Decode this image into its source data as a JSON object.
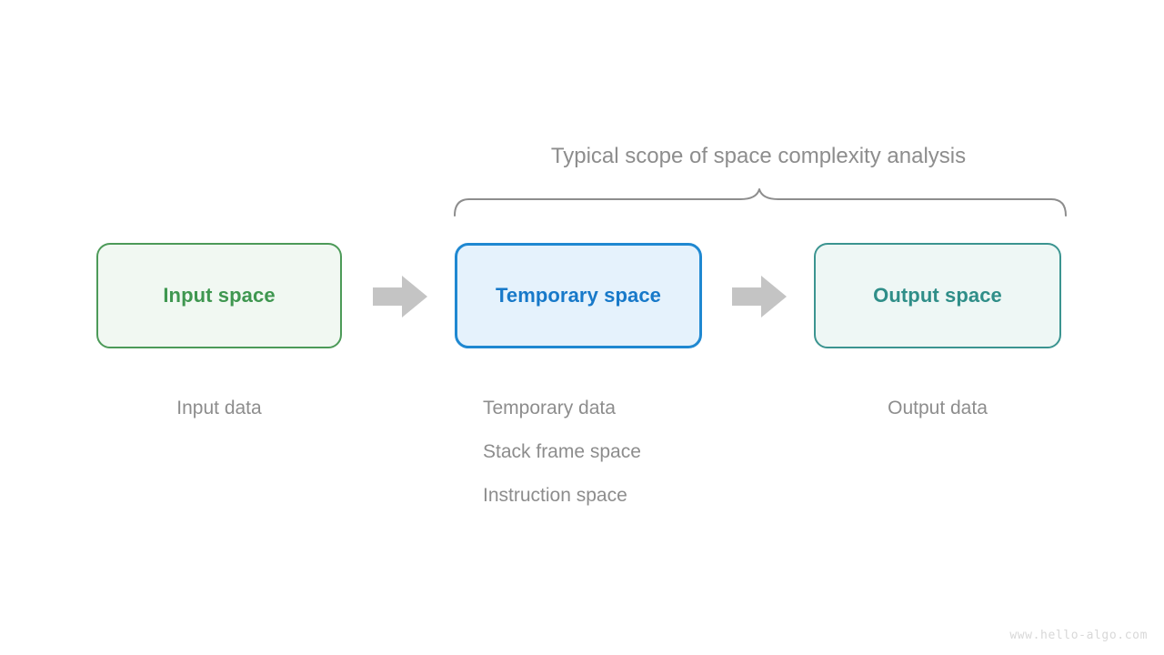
{
  "diagram": {
    "title": "Typical scope of space complexity analysis",
    "watermark": "www.hello-algo.com",
    "colors": {
      "input_border": "#4c9a58",
      "input_fill": "#f1f8f2",
      "input_text": "#3f9750",
      "temp_border": "#1f88d1",
      "temp_fill": "#e5f2fc",
      "temp_text": "#1779c9",
      "output_border": "#3b9490",
      "output_fill": "#eef7f5",
      "output_text": "#2f8e88",
      "arrow": "#c4c4c4",
      "brace": "#8d8d8d",
      "caption_text": "#8d8d8d",
      "watermark_text": "#d8d8d8"
    },
    "boxes": [
      {
        "id": "input",
        "label": "Input space"
      },
      {
        "id": "temp",
        "label": "Temporary space"
      },
      {
        "id": "output",
        "label": "Output space"
      }
    ],
    "arrows": [
      {
        "id": "arrow-input-to-temp",
        "icon": "right-arrow-icon"
      },
      {
        "id": "arrow-temp-to-output",
        "icon": "right-arrow-icon"
      }
    ],
    "captions": {
      "input": {
        "lines": [
          "Input data"
        ]
      },
      "temp": {
        "lines": [
          "Temporary data",
          "Stack frame space",
          "Instruction space"
        ]
      },
      "output": {
        "lines": [
          "Output data"
        ]
      }
    }
  }
}
